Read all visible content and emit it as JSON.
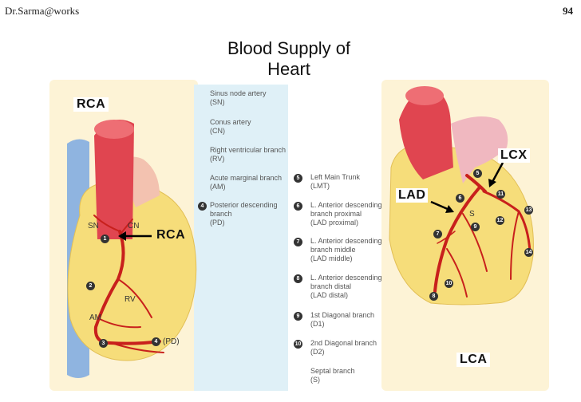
{
  "header": {
    "author": "Dr.Sarma@works",
    "page_number": "94"
  },
  "title": {
    "line1": "Blood Supply of",
    "line2": "Heart"
  },
  "labels": {
    "rca_tag": "RCA",
    "rca_pointer": "RCA",
    "lad_pointer": "LAD",
    "lcx_pointer": "LCX",
    "lca_tag": "LCA"
  },
  "left_heart": {
    "sn": "SN",
    "cn": "CN",
    "rv": "RV",
    "am": "AM",
    "pd": "(PD)",
    "n1": "1",
    "n2": "2",
    "n3": "3",
    "n4": "4"
  },
  "right_heart": {
    "s": "S",
    "n5": "5",
    "n6": "6",
    "n7": "7",
    "n8": "8",
    "n9": "9",
    "n10": "10",
    "n11": "11",
    "n12": "12",
    "n13": "13",
    "n14": "14"
  },
  "legend_rca": [
    {
      "line1": "Sinus node artery",
      "line2": "(SN)"
    },
    {
      "line1": "Conus artery",
      "line2": "(CN)"
    },
    {
      "line1": "Right ventricular branch",
      "line2": "(RV)"
    },
    {
      "line1": "Acute marginal branch",
      "line2": "(AM)"
    },
    {
      "num": "4",
      "line1": "Posterior descending",
      "line2": "branch",
      "line3": "(PD)"
    }
  ],
  "legend_lca": [
    {
      "num": "5",
      "line1": "Left Main Trunk",
      "line2": "(LMT)"
    },
    {
      "num": "6",
      "line1": "L. Anterior descending",
      "line2": "branch proximal",
      "line3": "(LAD proximal)"
    },
    {
      "num": "7",
      "line1": "L. Anterior descending",
      "line2": "branch middle",
      "line3": "(LAD middle)"
    },
    {
      "num": "8",
      "line1": "L. Anterior descending",
      "line2": "branch distal",
      "line3": "(LAD distal)"
    },
    {
      "num": "9",
      "line1": "1st Diagonal branch",
      "line2": "(D1)"
    },
    {
      "num": "10",
      "line1": "2nd Diagonal branch",
      "line2": "(D2)"
    },
    {
      "line1": "Septal branch",
      "line2": "(S)"
    }
  ],
  "colors": {
    "artery": "#c8201c",
    "aorta": "#e04550",
    "vein": "#8fb4e0",
    "myocardium": "#f6dd7a",
    "legend_bg": "#dff0f7",
    "panel_bg": "#fdf3d6"
  }
}
